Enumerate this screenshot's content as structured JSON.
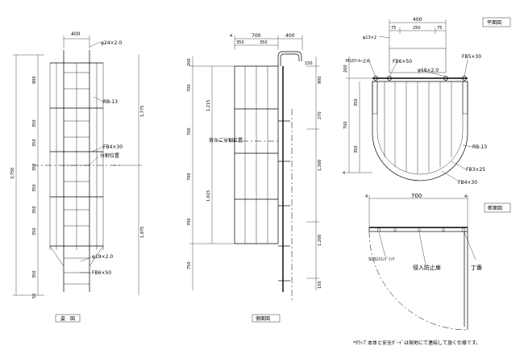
{
  "dims": {
    "front_width": "400",
    "front_pipe": "φ24×2.0",
    "front_900": "900",
    "front_350a": "350",
    "front_350b": "350",
    "front_352": "352",
    "front_350c": "350",
    "front_350d": "350",
    "front_350e": "350",
    "front_350f": "350",
    "front_50": "50",
    "front_total": "3,750",
    "front_1775": "1,775",
    "front_1975": "1,975",
    "side_4": "4",
    "side_700": "700",
    "side_400": "400",
    "side_350a": "350",
    "side_350b": "350",
    "side_150": "150",
    "side_200": "200",
    "side_700a": "700",
    "side_700b": "700",
    "side_700c": "700",
    "side_700d": "700",
    "side_750": "750",
    "side_1215": "1,215",
    "side_1615": "1,615",
    "side_900": "900",
    "side_270": "270",
    "side_1300": "1,300",
    "side_1200": "1,200",
    "side_150b": "150",
    "plan_400": "400",
    "plan_75a": "75",
    "plan_250": "250",
    "plan_75b": "75",
    "plan_200": "200",
    "plan_350": "350",
    "plan_700": "700",
    "plan_350b": "350",
    "plan_4": "4",
    "sec_4a": "4",
    "sec_700": "700",
    "sec_4b": "4"
  },
  "labels": {
    "rb13_front": "RB-13",
    "fb4x30_front": "FB4×30",
    "split_front": "分割位置",
    "pipe19_front": "φ19×2.0",
    "fb6x50_front": "FB6×50",
    "split_side": "背かご分割位置",
    "plan_pipe13": "φ13×2",
    "plan_m10": "M10ｱﾝｶｰ止め",
    "plan_fb6x50": "FB6×50",
    "plan_pipe19": "φ19×2.0",
    "plan_fb5x30": "FB5×30",
    "plan_rb13": "RB-13",
    "plan_fb3x25": "FB3×25",
    "plan_fb4x30": "FB4×30",
    "sec_latch": "SUSｽﾄﾛﾝｸﾞﾗｯﾁ",
    "sec_door": "侵入防止扉",
    "sec_hinge": "丁番"
  },
  "titles": {
    "front_view": "姿　図",
    "side_view": "側面図",
    "plan_view": "平面図",
    "section_view": "断面図"
  },
  "note": "*ﾀﾗｯﾌﾟ本体と安全ｶﾞｰﾄﾞは現地にて連結して頂く仕様です。"
}
